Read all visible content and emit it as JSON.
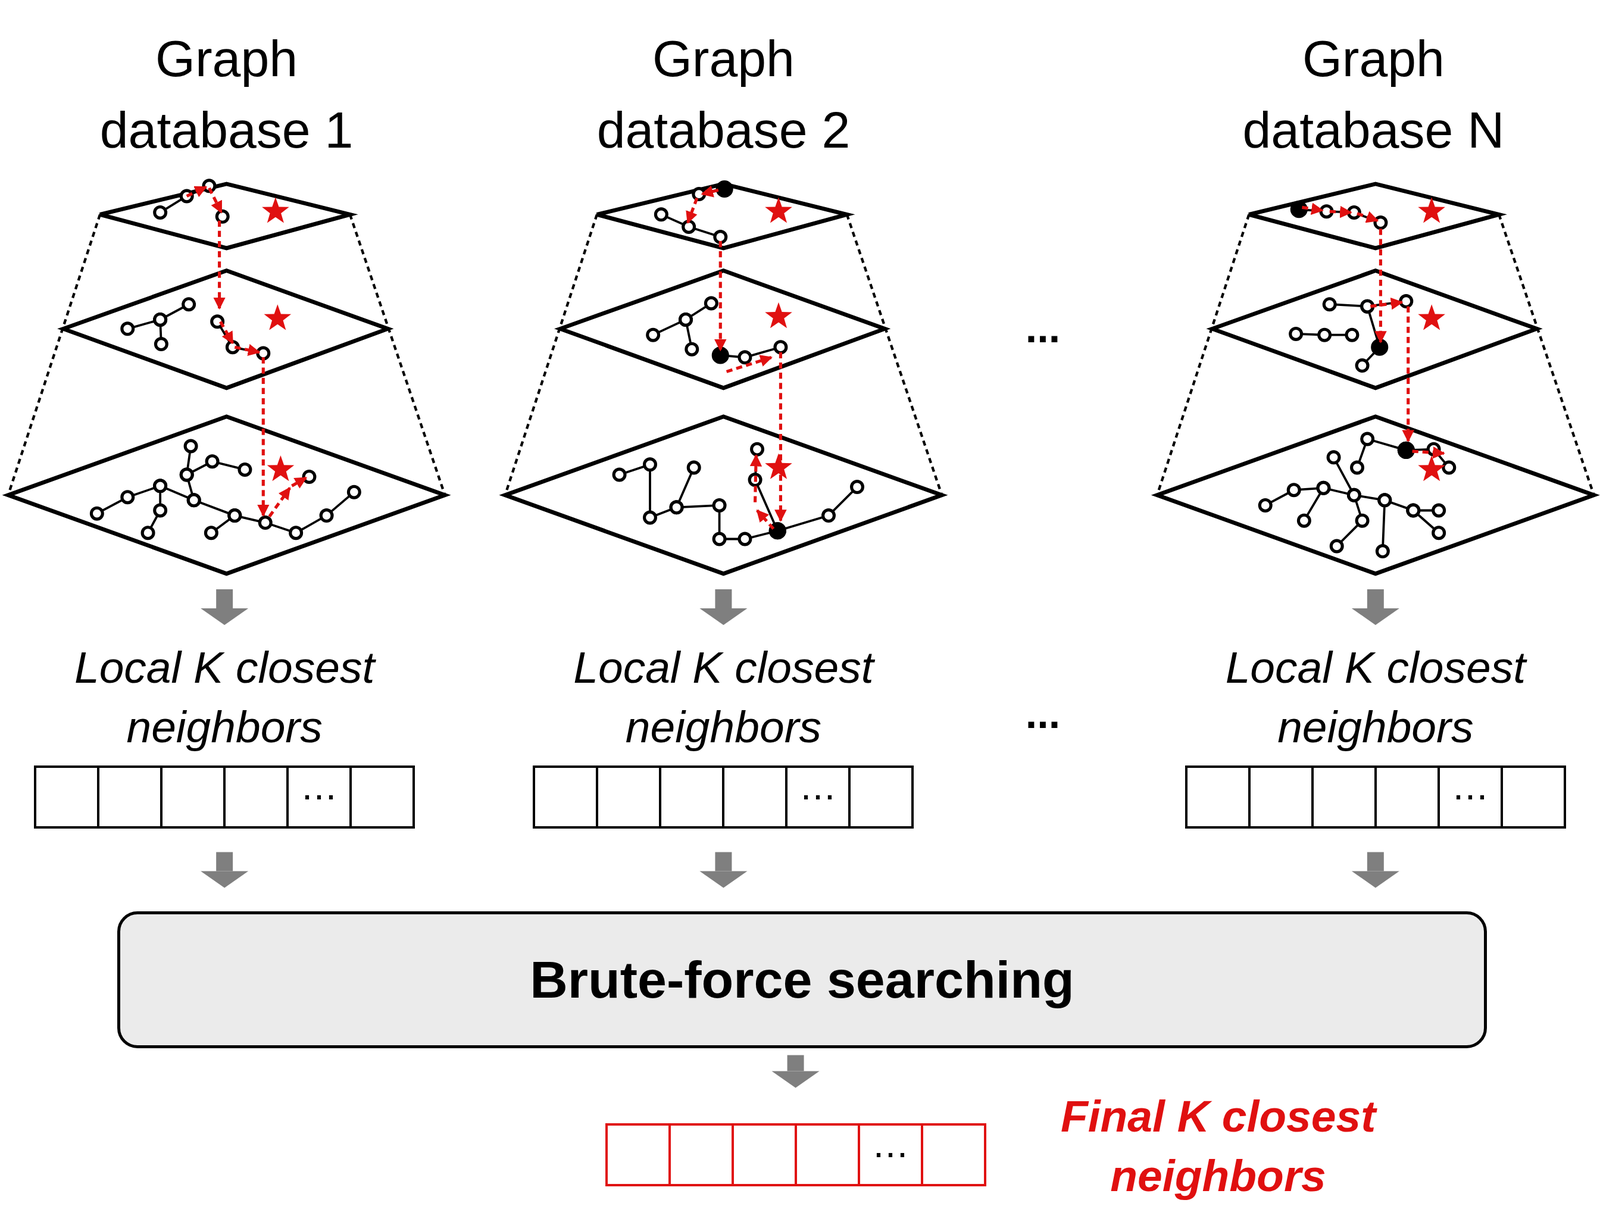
{
  "diagram": {
    "nodes": [
      {
        "text": [
          "Graph database 1"
        ]
      },
      {
        "text": [
          "Graph database 2"
        ]
      },
      {
        "text": [
          "Graph database N"
        ]
      },
      {
        "text": [
          "Local K closest neighbors",
          "⋯"
        ]
      },
      {
        "text": [
          "Local K closest neighbors",
          "⋯"
        ]
      },
      {
        "text": [
          "Local K closest neighbors",
          "⋯"
        ]
      },
      {
        "text": [
          "Brute-force searching"
        ]
      },
      {
        "text": [
          "Final K closest neighbors",
          "⋯"
        ]
      }
    ],
    "edges": [
      {
        "from": 0,
        "to": 3,
        "arrow": "to"
      },
      {
        "from": 1,
        "to": 4,
        "arrow": "to"
      },
      {
        "from": 2,
        "to": 5,
        "arrow": "to"
      },
      {
        "from": 3,
        "to": 6,
        "arrow": "to"
      },
      {
        "from": 4,
        "to": 6,
        "arrow": "to"
      },
      {
        "from": 5,
        "to": 6,
        "arrow": "to"
      },
      {
        "from": 6,
        "to": 7,
        "arrow": "to"
      }
    ],
    "labels": [
      "...",
      "..."
    ]
  }
}
